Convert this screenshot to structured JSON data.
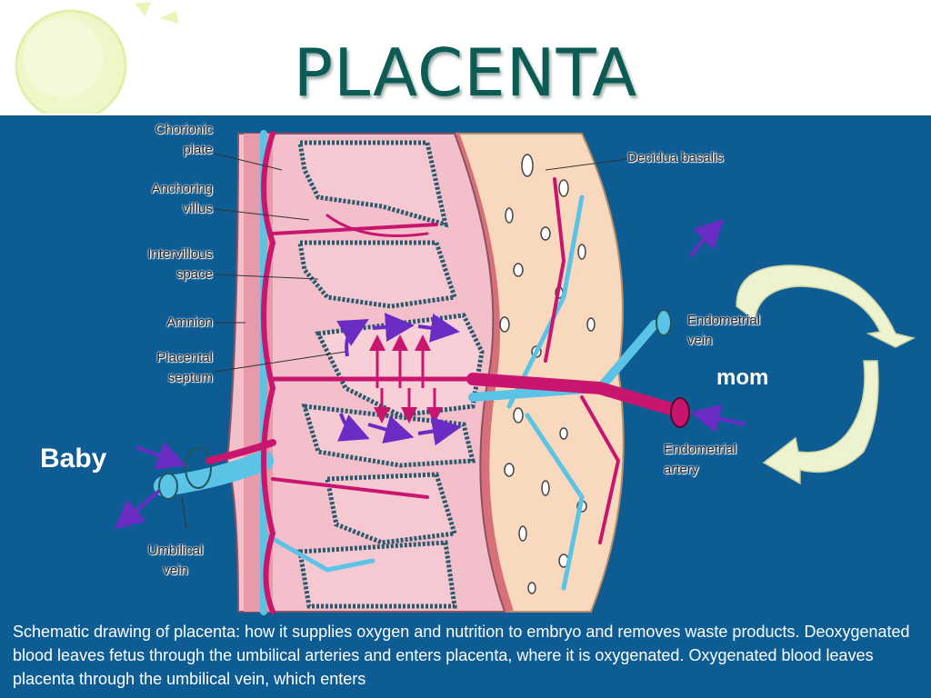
{
  "title": "PLACENTA",
  "labels": {
    "chorionic_plate": "Chorionic\nplate",
    "anchoring_villus": "Anchoring\nvillus",
    "intervillous_space": "Intervillous\nspace",
    "amnion": "Amnion",
    "placental_septum": "Placental\nseptum",
    "umbilical_vein": "Umbilical\nvein",
    "decidua_basalis": "Decidua basalis",
    "endometrial_vein": "Endometrial\nvein",
    "endometrial_artery": "Endometrial\nartery"
  },
  "side_labels": {
    "baby": "Baby",
    "mom": "mom"
  },
  "caption": "Schematic drawing of placenta: how it supplies oxygen and nutrition to embryo and removes waste products. Deoxygenated blood leaves fetus through the umbilical arteries and enters placenta, where it is oxygenated. Oxygenated blood leaves placenta through the umbilical vein, which enters",
  "colors": {
    "title": "#0d5b55",
    "panel": "#0d5c93",
    "artery": "#c8166f",
    "vein": "#5bc3e6",
    "tissue_pink": "#eeb0bd",
    "decidua": "#f9d9bd",
    "arrow_purple": "#6b2cc4",
    "cycle_arrow": "#eef3cf"
  }
}
